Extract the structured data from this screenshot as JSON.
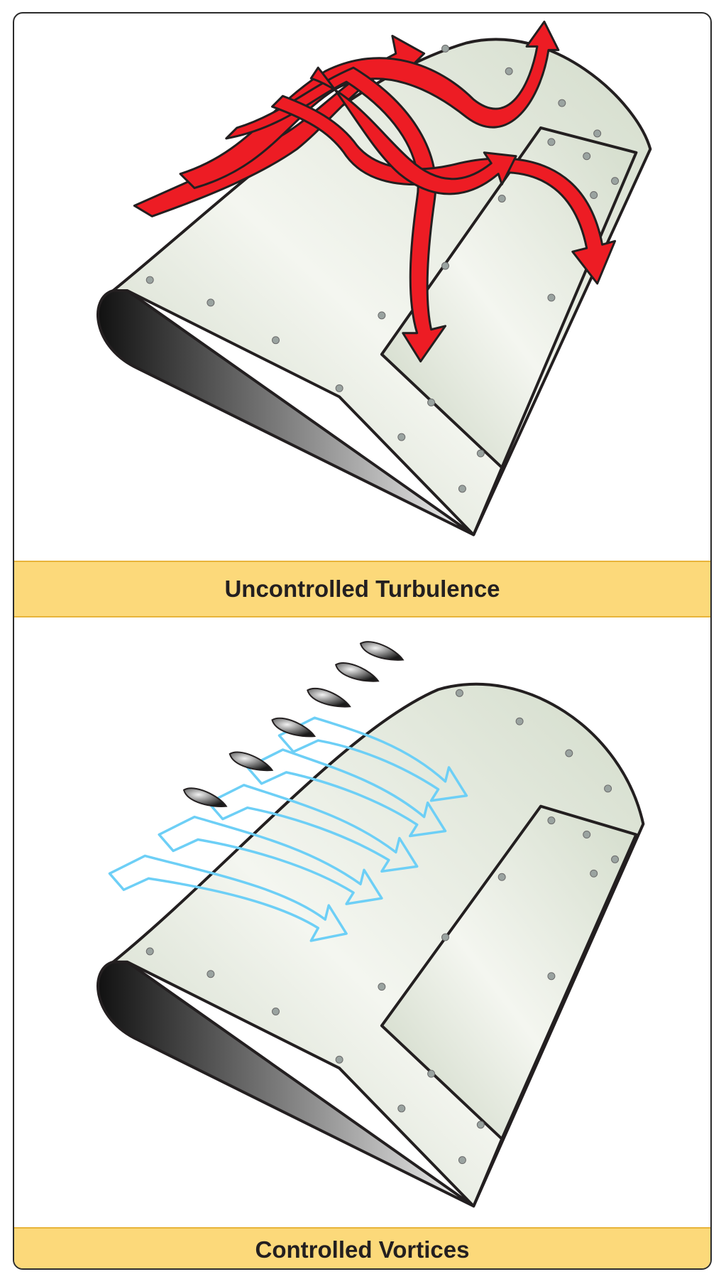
{
  "panels": [
    {
      "caption": "Uncontrolled Turbulence",
      "illustration": "wing-with-turbulent-airflow"
    },
    {
      "caption": "Controlled Vortices",
      "illustration": "wing-with-vortex-generators"
    }
  ],
  "colors": {
    "caption_bar": "#fcd97a",
    "caption_border": "#e8b43a",
    "turbulent_arrows": "#ed1c24",
    "vortex_arrows": "#6dcff6",
    "wing_skin": "#dfe6d8",
    "outline": "#231f20"
  }
}
